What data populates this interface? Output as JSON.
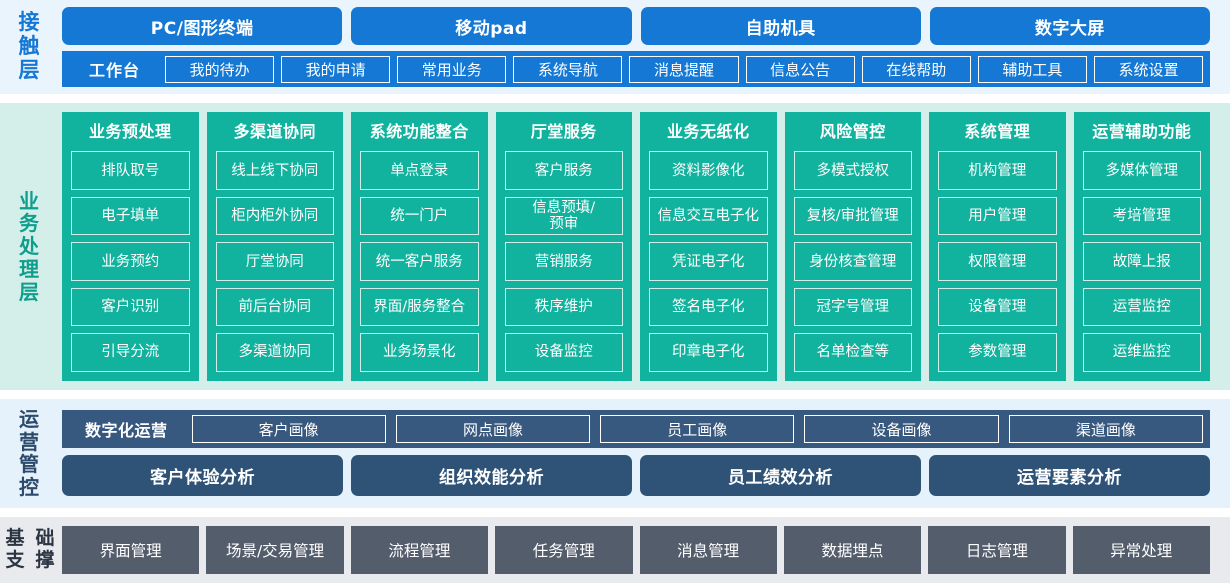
{
  "layers": {
    "contact": {
      "label": "接触层",
      "channels": [
        {
          "label": "PC/图形终端"
        },
        {
          "label": "移动pad"
        },
        {
          "label": "自助机具"
        },
        {
          "label": "数字大屏"
        }
      ],
      "workbench_title": "工作台",
      "workbench_items": [
        {
          "label": "我的待办"
        },
        {
          "label": "我的申请"
        },
        {
          "label": "常用业务"
        },
        {
          "label": "系统导航"
        },
        {
          "label": "消息提醒"
        },
        {
          "label": "信息公告"
        },
        {
          "label": "在线帮助"
        },
        {
          "label": "辅助工具"
        },
        {
          "label": "系统设置"
        }
      ]
    },
    "business": {
      "label": "业务处理层",
      "columns": [
        {
          "title": "业务预处理",
          "items": [
            "排队取号",
            "电子填单",
            "业务预约",
            "客户识别",
            "引导分流"
          ]
        },
        {
          "title": "多渠道协同",
          "items": [
            "线上线下协同",
            "柜内柜外协同",
            "厅堂协同",
            "前后台协同",
            "多渠道协同"
          ]
        },
        {
          "title": "系统功能整合",
          "items": [
            "单点登录",
            "统一门户",
            "统一客户服务",
            "界面/服务整合",
            "业务场景化"
          ]
        },
        {
          "title": "厅堂服务",
          "items": [
            "客户服务",
            "信息预填/\n预审",
            "营销服务",
            "秩序维护",
            "设备监控"
          ]
        },
        {
          "title": "业务无纸化",
          "items": [
            "资料影像化",
            "信息交互电子化",
            "凭证电子化",
            "签名电子化",
            "印章电子化"
          ]
        },
        {
          "title": "风险管控",
          "items": [
            "多模式授权",
            "复核/审批管理",
            "身份核查管理",
            "冠字号管理",
            "名单检查等"
          ]
        },
        {
          "title": "系统管理",
          "items": [
            "机构管理",
            "用户管理",
            "权限管理",
            "设备管理",
            "参数管理"
          ]
        },
        {
          "title": "运营辅助功能",
          "items": [
            "多媒体管理",
            "考培管理",
            "故障上报",
            "运营监控",
            "运维监控"
          ]
        }
      ]
    },
    "operations": {
      "label": "运营管控",
      "portrait_title": "数字化运营",
      "portrait_items": [
        {
          "label": "客户画像"
        },
        {
          "label": "网点画像"
        },
        {
          "label": "员工画像"
        },
        {
          "label": "设备画像"
        },
        {
          "label": "渠道画像"
        }
      ],
      "analysis_items": [
        {
          "label": "客户体验分析"
        },
        {
          "label": "组织效能分析"
        },
        {
          "label": "员工绩效分析"
        },
        {
          "label": "运营要素分析"
        }
      ]
    },
    "base": {
      "label": "基础支撑",
      "items": [
        {
          "label": "界面管理"
        },
        {
          "label": "场景/交易管理"
        },
        {
          "label": "流程管理"
        },
        {
          "label": "任务管理"
        },
        {
          "label": "消息管理"
        },
        {
          "label": "数据埋点"
        },
        {
          "label": "日志管理"
        },
        {
          "label": "异常处理"
        }
      ]
    }
  },
  "colors": {
    "contact_bg": "#eaf4fd",
    "contact_accent": "#1478d4",
    "business_bg": "#d4efe9",
    "business_accent": "#12b39e",
    "operations_bg": "#e5f2fb",
    "operations_accent": "#38597f",
    "base_bg": "#e8eaee",
    "base_accent": "#545d6c"
  }
}
